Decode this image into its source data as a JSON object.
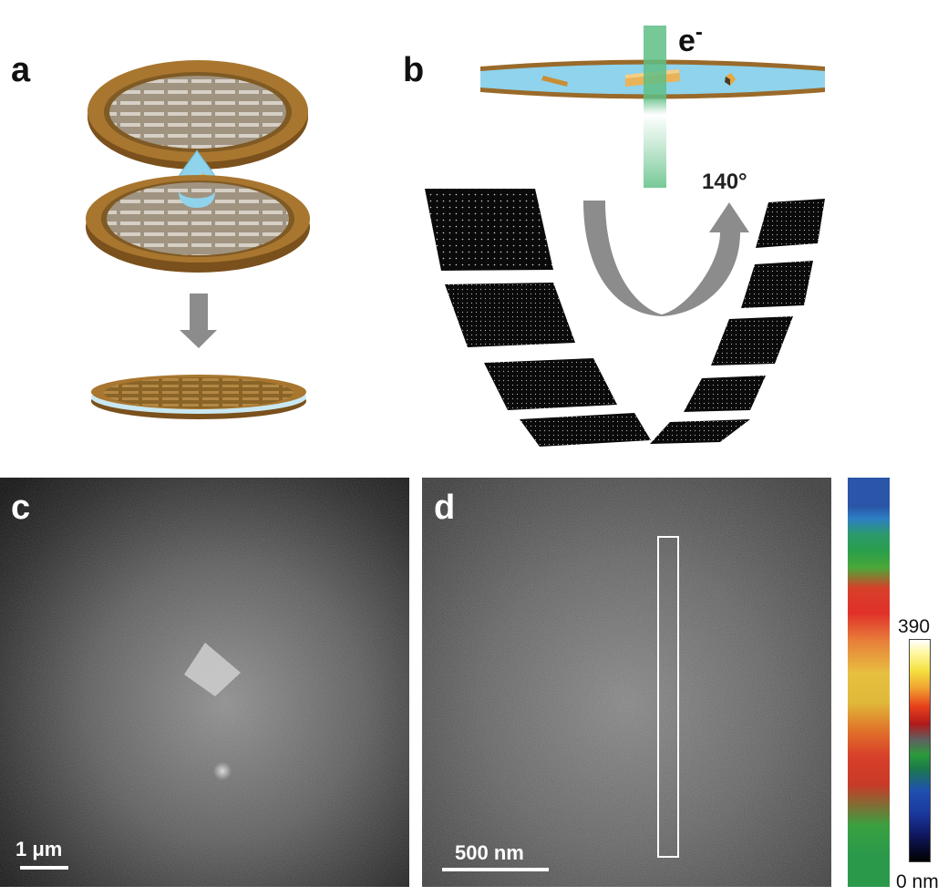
{
  "panels": {
    "a": {
      "label": "a"
    },
    "b": {
      "label": "b",
      "beam_label": "e",
      "beam_charge": "-",
      "tilt_angle": "140°"
    },
    "c": {
      "label": "c",
      "scale_bar": "1 μm"
    },
    "d": {
      "label": "d",
      "scale_bar": "500 nm"
    }
  },
  "colorbar": {
    "max_label": "390",
    "min_label": "0 nm"
  },
  "colors": {
    "grid_bronze": "#9a6a2a",
    "grid_fill": "#b8ab98",
    "liquid": "#8fd3ec",
    "particle": "#e8a83a",
    "beam": "#6fc48c",
    "arrow_gray": "#8c8c8c",
    "micrograph_bg": "#1a1a1a",
    "frame_outline": "#ffffff"
  }
}
